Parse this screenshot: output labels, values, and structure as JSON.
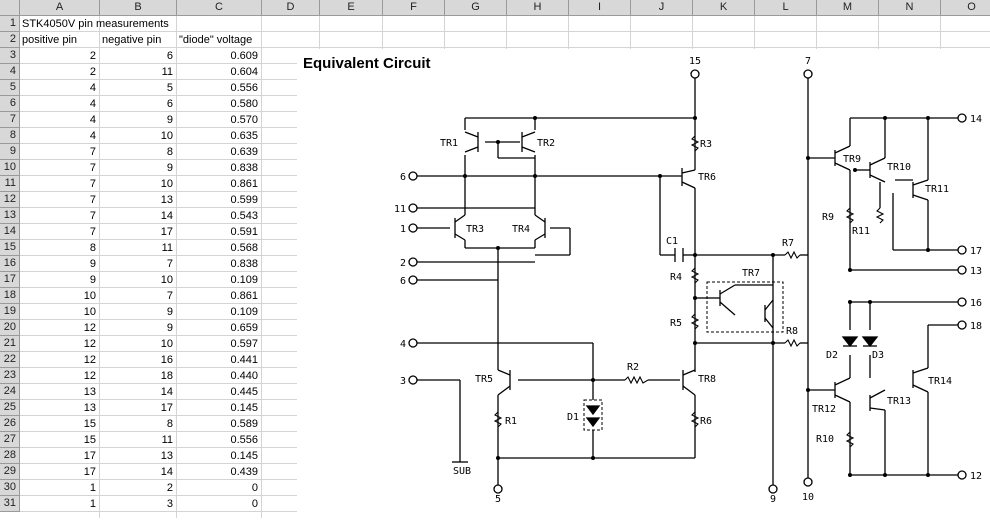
{
  "columns": [
    "A",
    "B",
    "C",
    "D",
    "E",
    "F",
    "G",
    "H",
    "I",
    "J",
    "K",
    "L",
    "M",
    "N",
    "O"
  ],
  "rows": [
    "1",
    "2",
    "3",
    "4",
    "5",
    "6",
    "7",
    "8",
    "9",
    "10",
    "11",
    "12",
    "13",
    "14",
    "15",
    "16",
    "17",
    "18",
    "19",
    "20",
    "21",
    "22",
    "23",
    "24",
    "25",
    "26",
    "27",
    "28",
    "29",
    "30",
    "31"
  ],
  "sheet": {
    "title": "STK4050V pin measurements",
    "headers": [
      "positive pin",
      "negative pin",
      "\"diode\" voltage"
    ],
    "data": [
      [
        "2",
        "6",
        "0.609"
      ],
      [
        "2",
        "11",
        "0.604"
      ],
      [
        "4",
        "5",
        "0.556"
      ],
      [
        "4",
        "6",
        "0.580"
      ],
      [
        "4",
        "9",
        "0.570"
      ],
      [
        "4",
        "10",
        "0.635"
      ],
      [
        "7",
        "8",
        "0.639"
      ],
      [
        "7",
        "9",
        "0.838"
      ],
      [
        "7",
        "10",
        "0.861"
      ],
      [
        "7",
        "13",
        "0.599"
      ],
      [
        "7",
        "14",
        "0.543"
      ],
      [
        "7",
        "17",
        "0.591"
      ],
      [
        "8",
        "11",
        "0.568"
      ],
      [
        "9",
        "7",
        "0.838"
      ],
      [
        "9",
        "10",
        "0.109"
      ],
      [
        "10",
        "7",
        "0.861"
      ],
      [
        "10",
        "9",
        "0.109"
      ],
      [
        "12",
        "9",
        "0.659"
      ],
      [
        "12",
        "10",
        "0.597"
      ],
      [
        "12",
        "16",
        "0.441"
      ],
      [
        "12",
        "18",
        "0.440"
      ],
      [
        "13",
        "14",
        "0.445"
      ],
      [
        "13",
        "17",
        "0.145"
      ],
      [
        "15",
        "8",
        "0.589"
      ],
      [
        "15",
        "11",
        "0.556"
      ],
      [
        "17",
        "13",
        "0.145"
      ],
      [
        "17",
        "14",
        "0.439"
      ],
      [
        "1",
        "2",
        "0"
      ],
      [
        "1",
        "3",
        "0"
      ]
    ]
  },
  "circuit": {
    "title": "Equivalent Circuit",
    "pins": [
      "15",
      "7",
      "14",
      "6",
      "11",
      "1",
      "2",
      "6",
      "4",
      "3",
      "17",
      "13",
      "16",
      "18",
      "12",
      "5",
      "9",
      "10"
    ],
    "transistors": [
      "TR1",
      "TR2",
      "TR3",
      "TR4",
      "TR5",
      "TR6",
      "TR7",
      "TR8",
      "TR9",
      "TR10",
      "TR11",
      "TR12",
      "TR13",
      "TR14"
    ],
    "resistors": [
      "R1",
      "R2",
      "R3",
      "R4",
      "R5",
      "R6",
      "R7",
      "R8",
      "R9",
      "R10",
      "R11"
    ],
    "diodes": [
      "D1",
      "D2",
      "D3"
    ],
    "capacitors": [
      "C1"
    ],
    "ground": "SUB"
  }
}
